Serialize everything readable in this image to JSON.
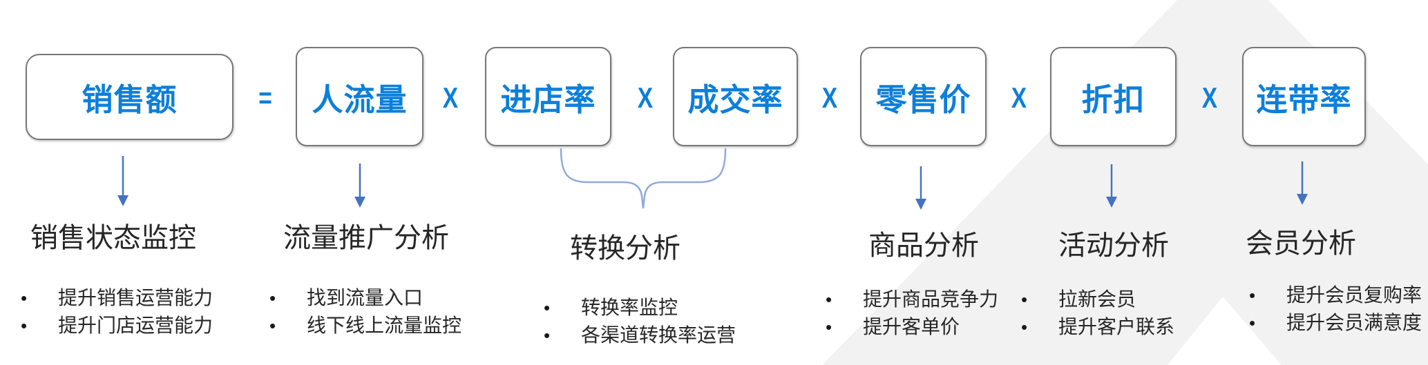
{
  "formula": {
    "result_label": "销售额",
    "equals": "=",
    "multiply": "X",
    "factors": [
      "人流量",
      "进店率",
      "成交率",
      "零售价",
      "折扣",
      "连带率"
    ]
  },
  "sections": [
    {
      "title": "销售状态监控",
      "bullets": [
        "提升销售运营能力",
        "提升门店运营能力"
      ]
    },
    {
      "title": "流量推广分析",
      "bullets": [
        "找到流量入口",
        "线下线上流量监控"
      ]
    },
    {
      "title": "转换分析",
      "bullets": [
        "转换率监控",
        "各渠道转换率运营"
      ]
    },
    {
      "title": "商品分析",
      "bullets": [
        "提升商品竞争力",
        "提升客单价"
      ]
    },
    {
      "title": "活动分析",
      "bullets": [
        "拉新会员",
        "提升客户联系"
      ]
    },
    {
      "title": "会员分析",
      "bullets": [
        "提升会员复购率",
        "提升会员满意度"
      ]
    }
  ],
  "bullet_glyph": "•",
  "colors": {
    "accent_blue": "#0c7fdb",
    "arrow_blue": "#4472c4",
    "brace_blue": "#8faadc",
    "box_border_gray": "#767676",
    "text_dark": "#262626",
    "watermark_gray": "#f2f2f2"
  }
}
